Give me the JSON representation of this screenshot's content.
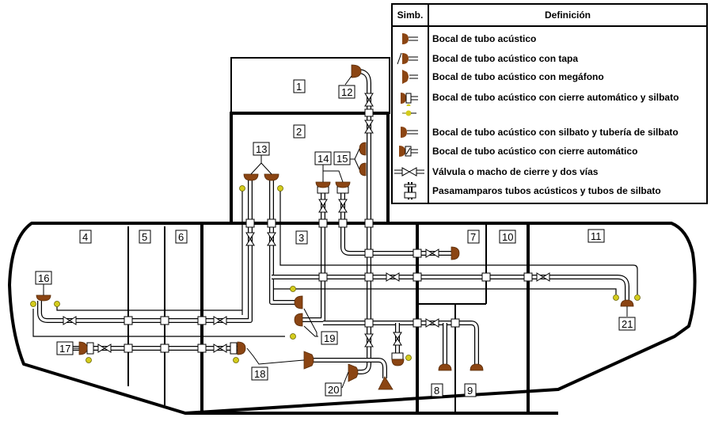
{
  "legend": {
    "header_symbol": "Simb.",
    "header_definition": "Definición",
    "rows": [
      {
        "icon": "speaking-tube-mouthpiece-icon",
        "label": "Bocal de tubo acústico"
      },
      {
        "icon": "speaking-tube-mouthpiece-lid-icon",
        "label": "Bocal de tubo acústico con tapa"
      },
      {
        "icon": "speaking-tube-megaphone-icon",
        "label": "Bocal de tubo acústico con megáfono"
      },
      {
        "icon": "speaking-tube-autoclose-whistle-icon",
        "label": "Bocal de tubo acústico con cierre automático y silbato"
      },
      {
        "icon": "whistle-icon",
        "label": ""
      },
      {
        "icon": "speaking-tube-whistle-pipe-icon",
        "label": "Bocal de tubo acústico con silbato y tubería de silbato"
      },
      {
        "icon": "speaking-tube-autoclose-icon",
        "label": "Bocal de tubo acústico con cierre automático"
      },
      {
        "icon": "two-way-shutoff-valve-icon",
        "label": "Válvula o macho de cierre y dos vías"
      },
      {
        "icon": "bulkhead-penetration-icon",
        "label": "Pasamamparos tubos acústicos y tubos de silbato"
      }
    ]
  },
  "compartments": [
    "1",
    "2",
    "3",
    "4",
    "5",
    "6",
    "7",
    "8",
    "9",
    "10",
    "11"
  ],
  "stations": [
    "12",
    "13",
    "14",
    "15",
    "16",
    "17",
    "18",
    "19",
    "20",
    "21"
  ],
  "colors": {
    "mouthpiece": "#8b4513",
    "whistle": "#d4cc1c",
    "line": "#000000",
    "background": "#ffffff"
  }
}
